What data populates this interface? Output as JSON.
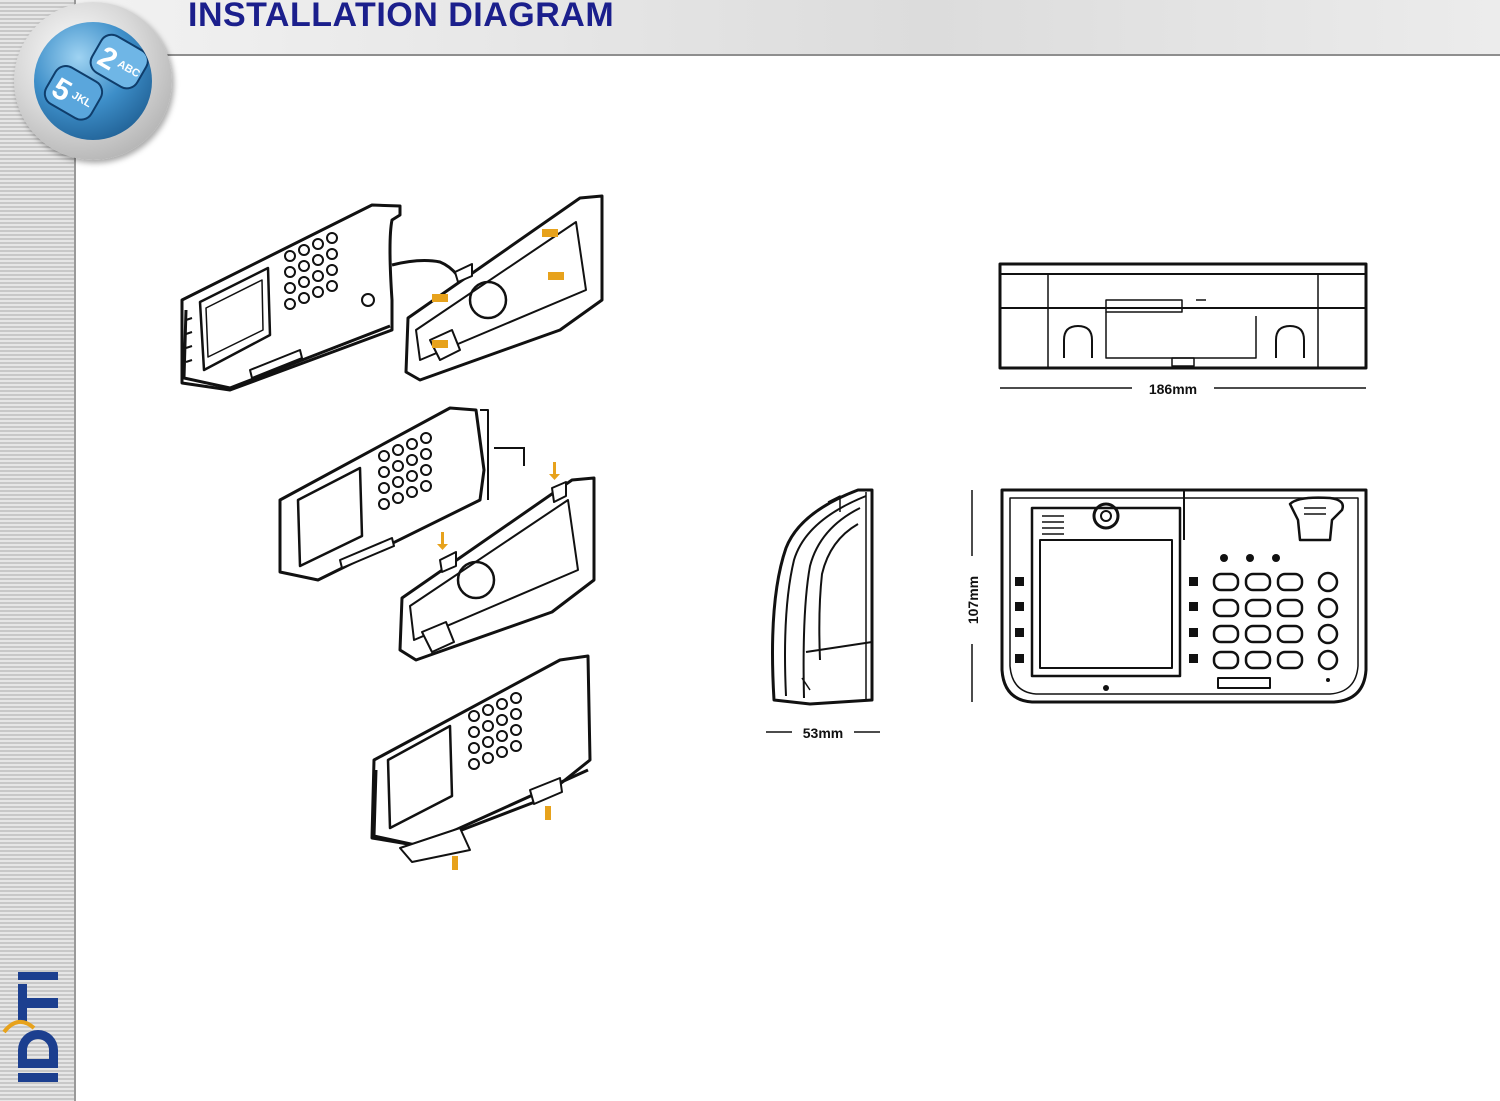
{
  "header": {
    "title": "INSTALLATION DIAGRAM"
  },
  "badge": {
    "key_top": "2",
    "key_top_sub": "ABC",
    "key_bottom": "5",
    "key_bottom_sub": "JKL"
  },
  "logo": {
    "text": "IDTI"
  },
  "dimensions": {
    "width": "186mm",
    "depth": "53mm",
    "height": "107mm"
  },
  "colors": {
    "title": "#1b1f8c",
    "arrow": "#e7a21c",
    "badge_blue": "#3e8fc9",
    "logo_blue": "#1c3f8f"
  }
}
